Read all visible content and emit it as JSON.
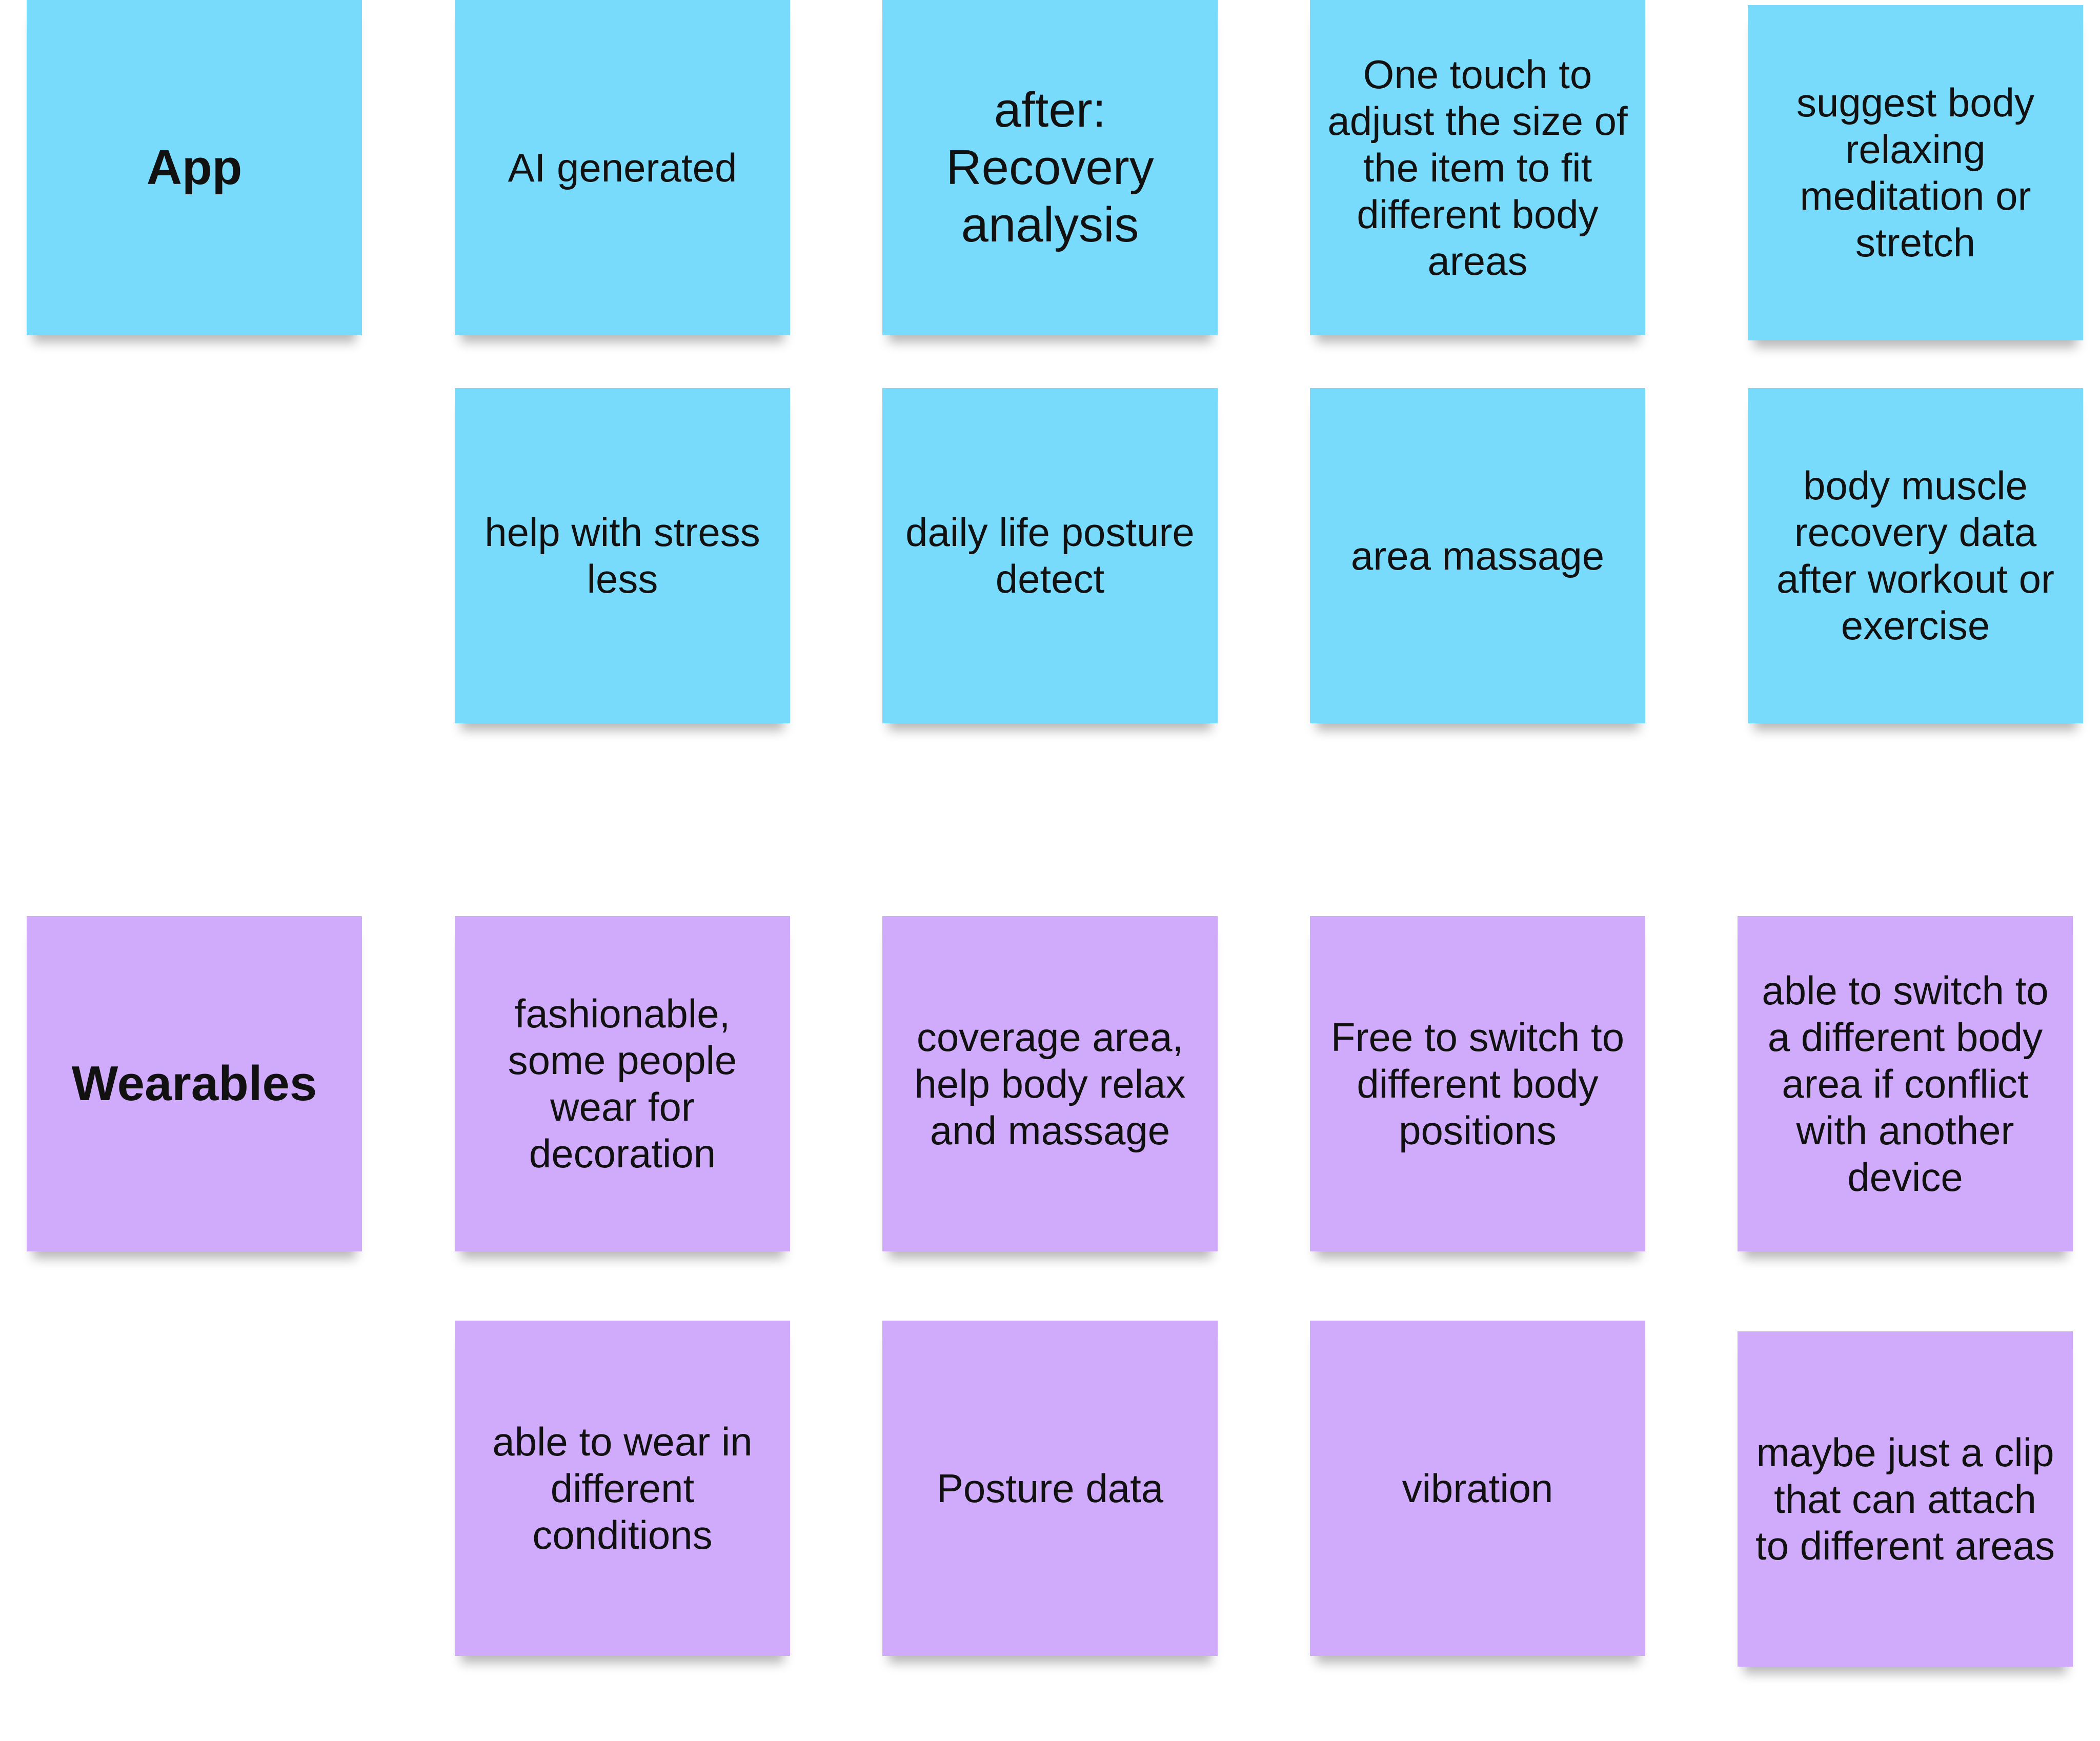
{
  "colors": {
    "app_note": "#79dbfb",
    "wearables_note": "#d0aafb"
  },
  "app": {
    "header": "App",
    "notes": [
      "AI generated",
      "after: Recovery analysis",
      "One touch to adjust the size of the item to fit different body areas",
      "suggest body relaxing meditation or stretch",
      "help with stress less",
      "daily life posture detect",
      "area massage",
      "body muscle recovery data after workout or exercise"
    ]
  },
  "wearables": {
    "header": "Wearables",
    "notes": [
      "fashionable, some people wear for decoration",
      "coverage area, help body relax and massage",
      "Free to switch to different body positions",
      "able to switch to a different body area if conflict with another device",
      "able to wear in different conditions",
      "Posture data",
      "vibration",
      "maybe just a clip that can attach to different areas"
    ]
  }
}
